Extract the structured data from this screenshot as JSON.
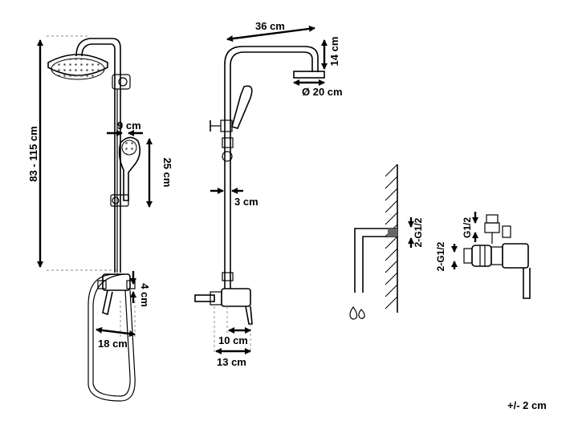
{
  "dimensions": {
    "height_range": "83 - 115 cm",
    "bar_offset": "9 cm",
    "hand_shower_length": "25 cm",
    "head_arm_length": "36 cm",
    "head_height": "14 cm",
    "head_diameter": "Ø 20 cm",
    "bar_diameter": "3 cm",
    "mixer_height": "4 cm",
    "mixer_spacing": "18 cm",
    "mixer_depth_inner": "10 cm",
    "mixer_depth_outer": "13 cm"
  },
  "connections": {
    "thread_wall_label": "2-G1/2",
    "thread_top_label": "G1/2",
    "thread_inlet_label": "2-G1/2"
  },
  "tolerance": "+/- 2 cm"
}
